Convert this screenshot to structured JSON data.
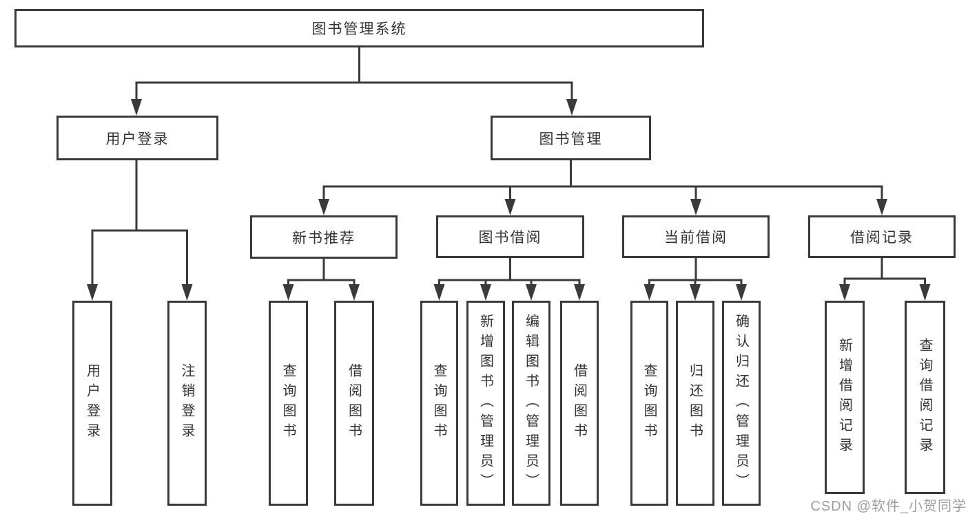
{
  "diagram": {
    "title": "图书管理系统",
    "background_color": "#ffffff",
    "line_color": "#3a3a3a",
    "text_color": "#333333",
    "watermark": {
      "text": "CSDN @软件_小贺同学",
      "color": "#9d9d9d"
    },
    "nodes": {
      "root": {
        "label": "图书管理系统",
        "level": 1
      },
      "user_login": {
        "label": "用户登录",
        "level": 2,
        "parent": "root"
      },
      "book_mgmt": {
        "label": "图书管理",
        "level": 2,
        "parent": "root"
      },
      "new_book_rec": {
        "label": "新书推荐",
        "level": 3,
        "parent": "book_mgmt"
      },
      "book_borrow": {
        "label": "图书借阅",
        "level": 3,
        "parent": "book_mgmt"
      },
      "current_borrow": {
        "label": "当前借阅",
        "level": 3,
        "parent": "book_mgmt"
      },
      "borrow_record": {
        "label": "借阅记录",
        "level": 3,
        "parent": "book_mgmt"
      },
      "leaf_user_login": {
        "label": "用户登录",
        "level": 4,
        "parent": "user_login"
      },
      "leaf_logout": {
        "label": "注销登录",
        "level": 4,
        "parent": "user_login"
      },
      "leaf_query_book_1": {
        "label": "查询图书",
        "level": 4,
        "parent": "new_book_rec"
      },
      "leaf_borrow_book_1": {
        "label": "借阅图书",
        "level": 4,
        "parent": "new_book_rec"
      },
      "leaf_query_book_2": {
        "label": "查询图书",
        "level": 4,
        "parent": "book_borrow"
      },
      "leaf_add_book": {
        "label": "新增图书（管理员）",
        "level": 4,
        "parent": "book_borrow"
      },
      "leaf_edit_book": {
        "label": "编辑图书（管理员）",
        "level": 4,
        "parent": "book_borrow"
      },
      "leaf_borrow_book_2": {
        "label": "借阅图书",
        "level": 4,
        "parent": "book_borrow"
      },
      "leaf_query_book_3": {
        "label": "查询图书",
        "level": 4,
        "parent": "current_borrow"
      },
      "leaf_return_book": {
        "label": "归还图书",
        "level": 4,
        "parent": "current_borrow"
      },
      "leaf_confirm_return": {
        "label": "确认归还（管理员）",
        "level": 4,
        "parent": "current_borrow"
      },
      "leaf_add_record": {
        "label": "新增借阅记录",
        "level": 4,
        "parent": "borrow_record"
      },
      "leaf_query_record": {
        "label": "查询借阅记录",
        "level": 4,
        "parent": "borrow_record"
      }
    }
  }
}
